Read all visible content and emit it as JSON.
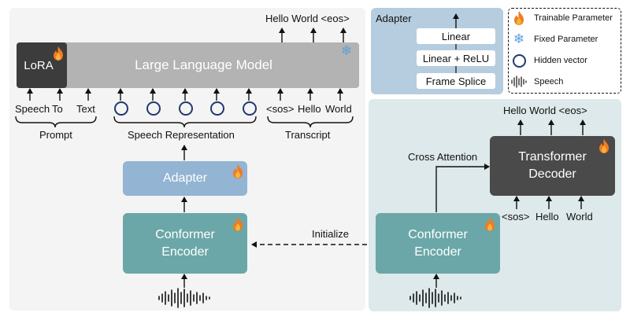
{
  "llm": {
    "title": "Large Language Model",
    "lora": "LoRA",
    "output_tokens": "Hello  World <eos>",
    "prompt_tokens": [
      "Speech",
      "To",
      "Text"
    ],
    "transcript_tokens": [
      "<sos>",
      "Hello",
      "World"
    ],
    "groups": {
      "prompt": "Prompt",
      "speech": "Speech Representation",
      "transcript": "Transcript"
    }
  },
  "left": {
    "adapter": "Adapter",
    "encoder_line1": "Conformer",
    "encoder_line2": "Encoder",
    "initialize": "Initialize"
  },
  "adapter_detail": {
    "title": "Adapter",
    "layers": [
      "Linear",
      "Linear + ReLU",
      "Frame Splice"
    ]
  },
  "legend": {
    "trainable": "Trainable Parameter",
    "fixed": "Fixed Parameter",
    "hidden": "Hidden vector",
    "speech": "Speech"
  },
  "aed": {
    "output_tokens": "Hello  World <eos>",
    "decoder_line1": "Transformer",
    "decoder_line2": "Decoder",
    "input_tokens": [
      "<sos>",
      "Hello",
      "World"
    ],
    "cross_attention": "Cross Attention",
    "encoder_line1": "Conformer",
    "encoder_line2": "Encoder"
  },
  "colors": {
    "left_panel": "#f4f4f4",
    "adapter_panel": "#b6cde0",
    "aed_panel": "#dde9ea",
    "llm_box": "#b3b3b3",
    "lora_box": "#3c3c3c",
    "adapter_box": "#93b4d2",
    "encoder_box": "#6ba7a8",
    "decoder_box": "#4a4a4a",
    "hidden_circle": "#1f3a6b"
  }
}
